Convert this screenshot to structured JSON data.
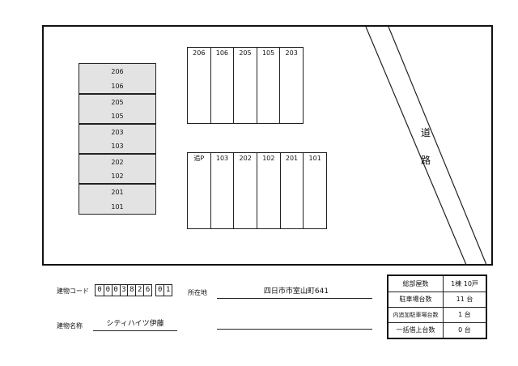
{
  "map": {
    "buildings": [
      {
        "top": "206",
        "bottom": "106"
      },
      {
        "top": "205",
        "bottom": "105"
      },
      {
        "top": "203",
        "bottom": "103"
      },
      {
        "top": "202",
        "bottom": "102"
      },
      {
        "top": "201",
        "bottom": "101"
      }
    ],
    "parking_top": [
      "206",
      "106",
      "205",
      "105",
      "203"
    ],
    "parking_bottom": [
      "追P",
      "103",
      "202",
      "102",
      "201",
      "101"
    ],
    "road_chars": [
      "道",
      "路"
    ]
  },
  "footer": {
    "building_code_label": "建物コード",
    "building_code_digits": [
      "0",
      "0",
      "0",
      "3",
      "8",
      "2",
      "6"
    ],
    "building_code_suffix": [
      "0",
      "1"
    ],
    "address_label": "所在地",
    "address_value": "四日市市室山町641",
    "building_name_label": "建物名称",
    "building_name_value": "シティハイツ伊藤"
  },
  "summary": {
    "rows": [
      {
        "key": "総部屋数",
        "value": "1棟 10戸"
      },
      {
        "key": "駐車場台数",
        "value": "11 台"
      },
      {
        "key": "内追加駐車場台数",
        "value": "1 台"
      },
      {
        "key": "一括借上台数",
        "value": "0 台"
      }
    ]
  }
}
